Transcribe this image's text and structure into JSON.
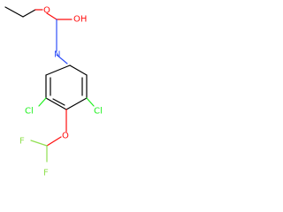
{
  "molecule": {
    "atoms": {
      "ester_o": {
        "label": "O",
        "color": "#ff0d0d"
      },
      "hydroxyl_o": {
        "label": "OH",
        "color": "#ff0d0d"
      },
      "amine_n": {
        "label": "N",
        "color": "#3050f8"
      },
      "chlorine_left": {
        "label": "Cl",
        "color": "#1ff01f"
      },
      "chlorine_right": {
        "label": "Cl",
        "color": "#1ff01f"
      },
      "ether_o": {
        "label": "O",
        "color": "#ff0d0d"
      },
      "fluorine_top": {
        "label": "F",
        "color": "#90e050"
      },
      "fluorine_bottom": {
        "label": "F",
        "color": "#90e050"
      }
    }
  }
}
